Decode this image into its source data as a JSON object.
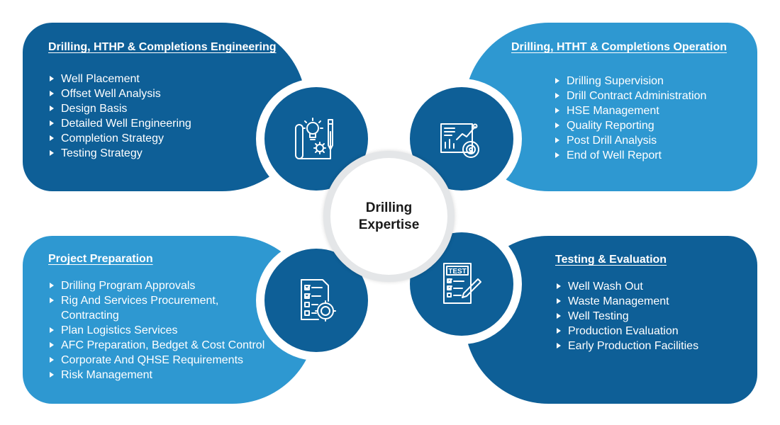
{
  "center": {
    "line1": "Drilling",
    "line2": "Expertise"
  },
  "panels": {
    "top_left": {
      "title": "Drilling, HTHP & Completions Engineering",
      "items": [
        "Well Placement",
        "Offset Well Analysis",
        "Design Basis",
        "Detailed Well Engineering",
        "Completion Strategy",
        "Testing Strategy"
      ],
      "icon": "blueprint-idea-icon"
    },
    "top_right": {
      "title": "Drilling, HTHT & Completions Operation",
      "items": [
        "Drilling Supervision",
        "Drill Contract Administration",
        "HSE Management",
        "Quality Reporting",
        "Post Drill Analysis",
        "End of Well Report"
      ],
      "icon": "analytics-report-icon"
    },
    "bottom_left": {
      "title": "Project Preparation",
      "items": [
        "Drilling Program Approvals",
        "Rig And Services Procurement,",
        "Contracting",
        "Plan Logistics Services",
        "AFC Preparation, Bedget & Cost Control",
        "Corporate And QHSE Requirements",
        "Risk Management"
      ],
      "icon": "checklist-gear-icon"
    },
    "bottom_right": {
      "title": "Testing & Evaluation",
      "items": [
        "Well Wash Out",
        "Waste Management",
        "Well Testing",
        "Production Evaluation",
        "Early Production Facilities"
      ],
      "icon": "test-paper-icon",
      "icon_text": "TEST"
    }
  },
  "colors": {
    "dark_blue": "#0e5f97",
    "light_blue": "#2e98d1",
    "white": "#ffffff"
  }
}
